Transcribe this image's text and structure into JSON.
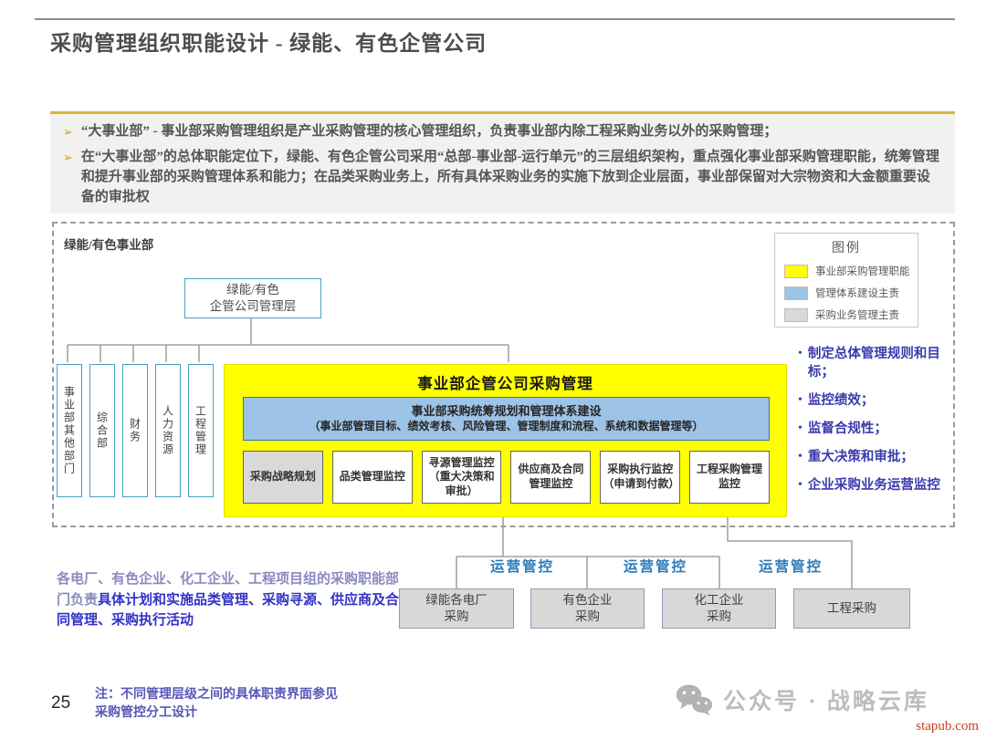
{
  "header": {
    "title": "采购管理组织职能设计 - 绿能、有色企管公司"
  },
  "summary": {
    "marker": "➢",
    "bullets": [
      "“大事业部” - 事业部采购管理组织是产业采购管理的核心管理组织，负责事业部内除工程采购业务以外的采购管理；",
      "在“大事业部”的总体职能定位下，绿能、有色企管公司采用“总部-事业部-运行单元”的三层组织架构，重点强化事业部采购管理职能，统筹管理和提升事业部的采购管理体系和能力；在品类采购业务上，所有具体采购业务的实施下放到企业层面，事业部保留对大宗物资和大金额重要设备的审批权"
    ]
  },
  "diagram": {
    "region_label": "绿能/有色事业部",
    "legend": {
      "title": "图例",
      "items": [
        {
          "label": "事业部采购管理职能",
          "color": "#ffff00"
        },
        {
          "label": "管理体系建设主责",
          "color": "#9dc3e6"
        },
        {
          "label": "采购业务管理主责",
          "color": "#d9d9d9"
        }
      ]
    },
    "management_box": {
      "line1": "绿能/有色",
      "line2": "企管公司管理层"
    },
    "departments": [
      "事业部其他部门",
      "综合部",
      "财务",
      "人力资源",
      "工程管理"
    ],
    "purchasing_box": {
      "title": "事业部企管公司采购管理",
      "planning_line1": "事业部采购统筹规划和管理体系建设",
      "planning_line2": "（事业部管理目标、绩效考核、风险管理、管理制度和流程、系统和数据管理等）",
      "functions": [
        {
          "label": "采购战略规划"
        },
        {
          "label": "品类管理监控"
        },
        {
          "label": "寻源管理监控（重大决策和审批）"
        },
        {
          "label": "供应商及合同管理监控"
        },
        {
          "label": "采购执行监控（申请到付款）"
        },
        {
          "label": "工程采购管理监控"
        }
      ]
    },
    "responsibilities": {
      "marker": "•",
      "items": [
        "制定总体管理规则和目标；",
        "监控绩效；",
        "监督合规性；",
        "重大决策和审批；",
        "企业采购业务运营监控"
      ]
    }
  },
  "operations": {
    "control_labels": [
      "运营管控",
      "运营管控",
      "运营管控"
    ],
    "units": [
      {
        "line1": "绿能各电厂",
        "line2": "采购"
      },
      {
        "line1": "有色企业",
        "line2": "采购"
      },
      {
        "line1": "化工企业",
        "line2": "采购"
      },
      {
        "line1": "工程采购",
        "line2": ""
      }
    ]
  },
  "footnote": {
    "left_text_normal": "各电厂、有色企业、化工企业、工程项目组的采购职能部门负责",
    "left_text_bold": "具体计划和实施品类管理、采购寻源、供应商及合同管理、采购执行活动",
    "page_number": "25",
    "note": "注：不同管理层级之间的具体职责界面参见采购管控分工设计",
    "watermark": "公众号 · 战略云库",
    "site": "stapub.com"
  },
  "colors": {
    "function_highlight": "#ffff00",
    "system_build": "#9dc3e6",
    "business_manage": "#d9d9d9",
    "ops_label": "#2b7bb9",
    "blue_text": "#3a3aae"
  }
}
